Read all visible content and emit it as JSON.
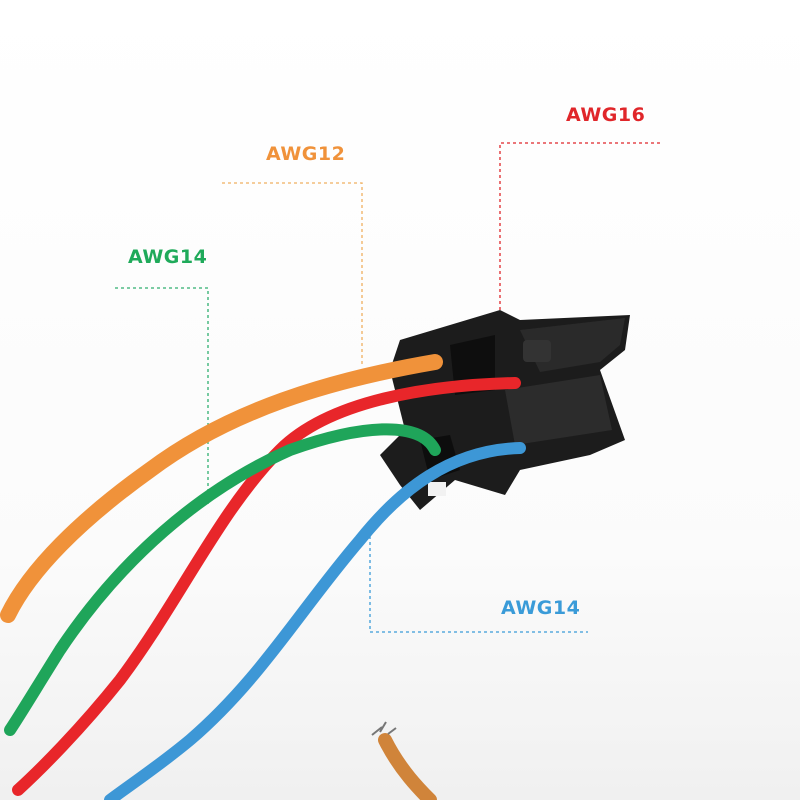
{
  "labels": {
    "red": {
      "text": "AWG16",
      "color": "#e0262a"
    },
    "orange": {
      "text": "AWG12",
      "color": "#f0923a"
    },
    "green": {
      "text": "AWG14",
      "color": "#1faa5a"
    },
    "blue": {
      "text": "AWG14",
      "color": "#3a9bd8"
    }
  },
  "wire_colors": {
    "orange": "#f0923a",
    "red": "#e8262a",
    "green": "#1fa55a",
    "blue": "#3d97d6"
  }
}
